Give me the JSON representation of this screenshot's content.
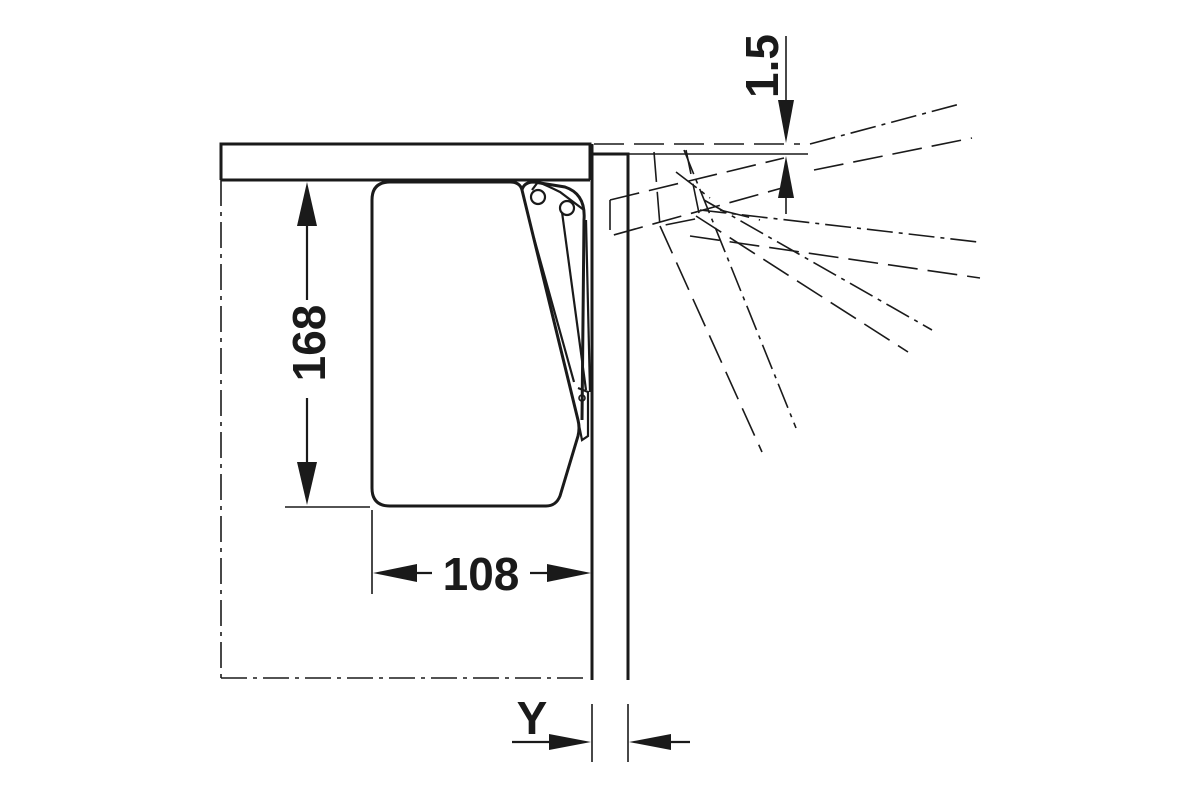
{
  "dimensions": {
    "height_label": "168",
    "width_label": "108",
    "gap_label": "1.5",
    "y_label": "Y"
  },
  "colors": {
    "line": "#1a1a1a",
    "background": "#ffffff"
  }
}
